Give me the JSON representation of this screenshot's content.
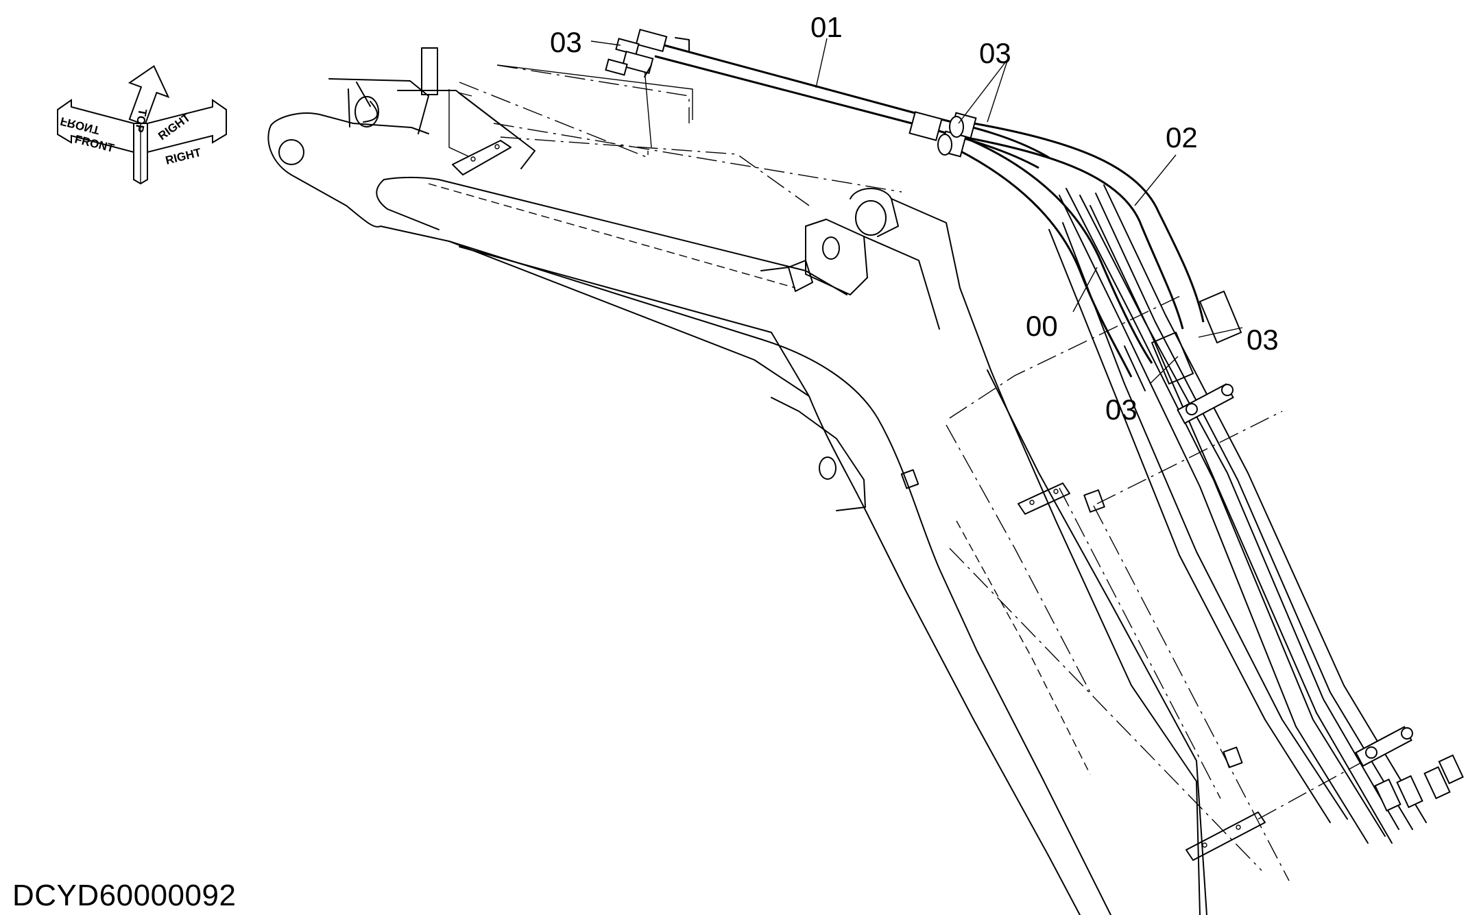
{
  "drawing_id": "DCYD60000092",
  "callouts": {
    "hose_00": "00",
    "hose_01": "01",
    "hose_02": "02",
    "clamp_top_left": "03",
    "clamp_top_mid": "03",
    "clamp_right": "03",
    "clamp_mid": "03"
  },
  "orientation": {
    "front": "FRONT",
    "top": "TOP",
    "right": "RIGHT"
  }
}
